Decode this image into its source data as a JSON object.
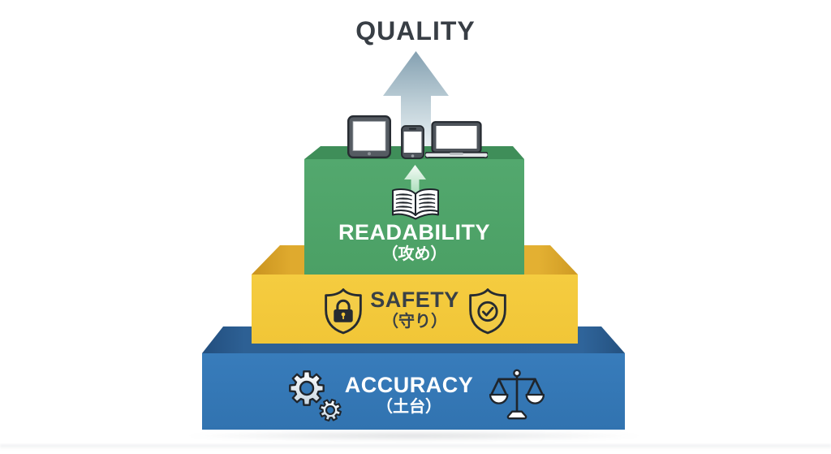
{
  "title": "QUALITY",
  "arrow": {
    "direction": "up",
    "gradient_top": "#84A0B1",
    "gradient_bottom": "#EAF1F4"
  },
  "devices": [
    {
      "name": "tablet"
    },
    {
      "name": "smartphone"
    },
    {
      "name": "laptop"
    }
  ],
  "layers": [
    {
      "name": "readability",
      "label": "READABILITY",
      "sublabel": "（攻め）",
      "face_color": "#4FA468",
      "top_color": "#3F8E59",
      "text_color": "#FFFFFF",
      "icons": [
        "open-book-icon",
        "up-arrow-icon"
      ]
    },
    {
      "name": "safety",
      "label": "SAFETY",
      "sublabel": "（守り）",
      "face_color": "#F2C83C",
      "top_color": "#DFAA2E",
      "text_color": "#394046",
      "icons": [
        "shield-lock-icon",
        "shield-check-icon"
      ]
    },
    {
      "name": "accuracy",
      "label": "ACCURACY",
      "sublabel": "（土台）",
      "face_color": "#3579B7",
      "top_color": "#2D6094",
      "text_color": "#FFFFFF",
      "icons": [
        "gears-icon",
        "balance-scale-icon"
      ]
    }
  ]
}
